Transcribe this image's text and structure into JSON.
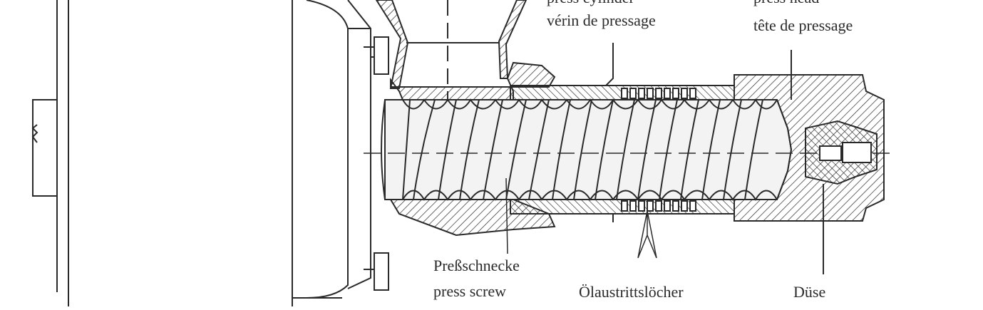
{
  "labels": {
    "cylinder_de_partial": "press cylinder",
    "cylinder_fr": "vérin de pressage",
    "head_en_partial": "press head",
    "head_fr": "tête de pressage",
    "screw_de": "Preßschnecke",
    "screw_en": "press screw",
    "holes_de": "Ölaustrittslöcher",
    "nozzle_de": "Düse"
  },
  "colors": {
    "ink": "#2a2a2a",
    "background": "#ffffff"
  }
}
